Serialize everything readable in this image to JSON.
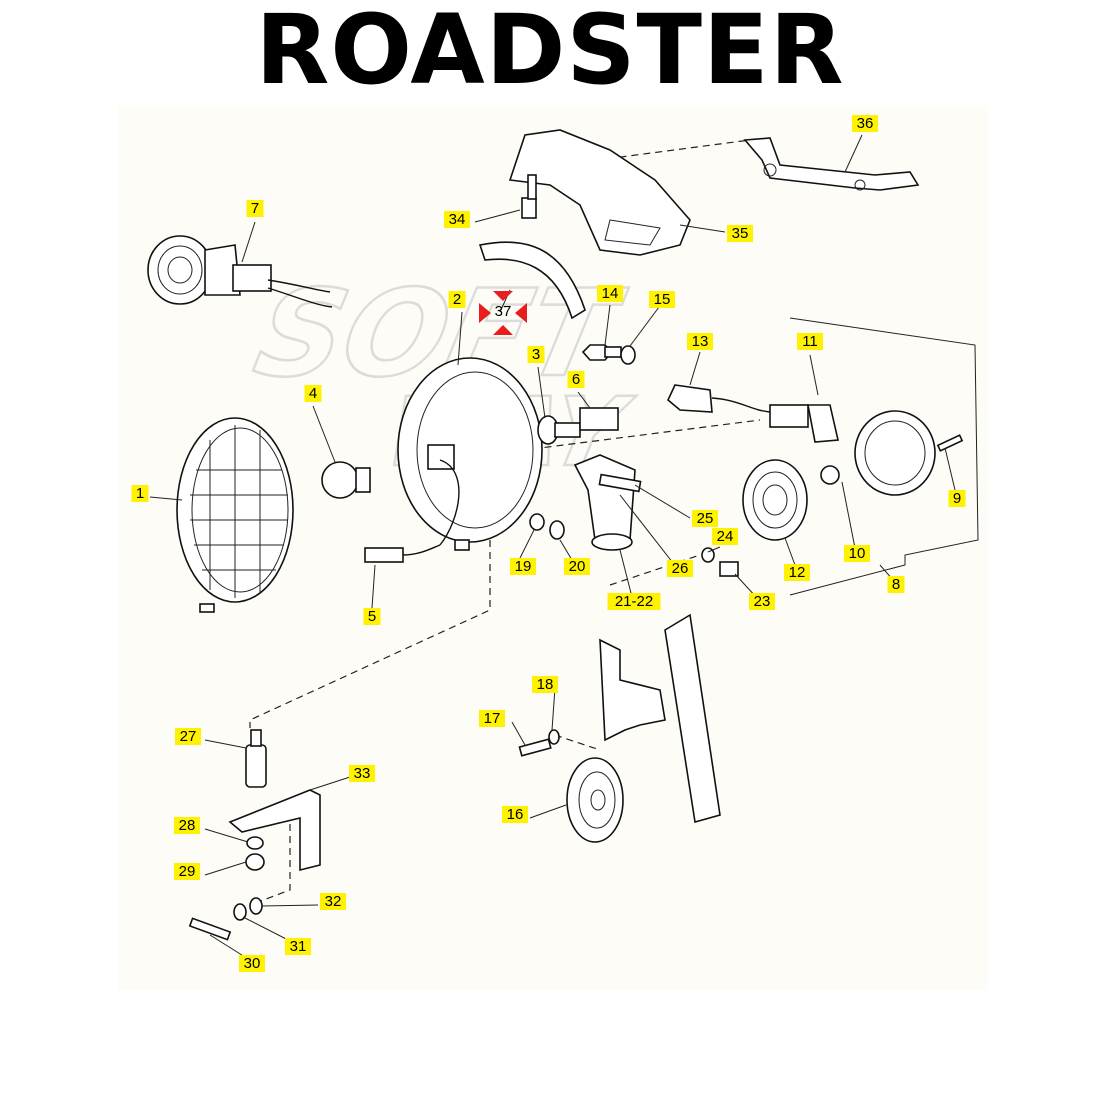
{
  "title": "ROADSTER",
  "watermark": [
    "SOFT",
    "WAY"
  ],
  "colors": {
    "highlight": "#fff200",
    "marker": "#e81e1e",
    "ink": "#111111"
  },
  "callouts": [
    {
      "id": "c1",
      "text": "1"
    },
    {
      "id": "c2",
      "text": "2"
    },
    {
      "id": "c3",
      "text": "3"
    },
    {
      "id": "c4",
      "text": "4"
    },
    {
      "id": "c5",
      "text": "5"
    },
    {
      "id": "c6",
      "text": "6"
    },
    {
      "id": "c7",
      "text": "7"
    },
    {
      "id": "c8",
      "text": "8"
    },
    {
      "id": "c9",
      "text": "9"
    },
    {
      "id": "c10",
      "text": "10"
    },
    {
      "id": "c11",
      "text": "11"
    },
    {
      "id": "c12",
      "text": "12"
    },
    {
      "id": "c13",
      "text": "13"
    },
    {
      "id": "c14",
      "text": "14"
    },
    {
      "id": "c15",
      "text": "15"
    },
    {
      "id": "c16",
      "text": "16"
    },
    {
      "id": "c17",
      "text": "17"
    },
    {
      "id": "c18",
      "text": "18"
    },
    {
      "id": "c19",
      "text": "19"
    },
    {
      "id": "c20",
      "text": "20"
    },
    {
      "id": "c21",
      "text": "21-22"
    },
    {
      "id": "c23",
      "text": "23"
    },
    {
      "id": "c24",
      "text": "24"
    },
    {
      "id": "c25",
      "text": "25"
    },
    {
      "id": "c26",
      "text": "26"
    },
    {
      "id": "c27",
      "text": "27"
    },
    {
      "id": "c28",
      "text": "28"
    },
    {
      "id": "c29",
      "text": "29"
    },
    {
      "id": "c30",
      "text": "30"
    },
    {
      "id": "c31",
      "text": "31"
    },
    {
      "id": "c32",
      "text": "32"
    },
    {
      "id": "c33",
      "text": "33"
    },
    {
      "id": "c34",
      "text": "34"
    },
    {
      "id": "c35",
      "text": "35"
    },
    {
      "id": "c36",
      "text": "36"
    },
    {
      "id": "c37",
      "text": "37"
    }
  ]
}
